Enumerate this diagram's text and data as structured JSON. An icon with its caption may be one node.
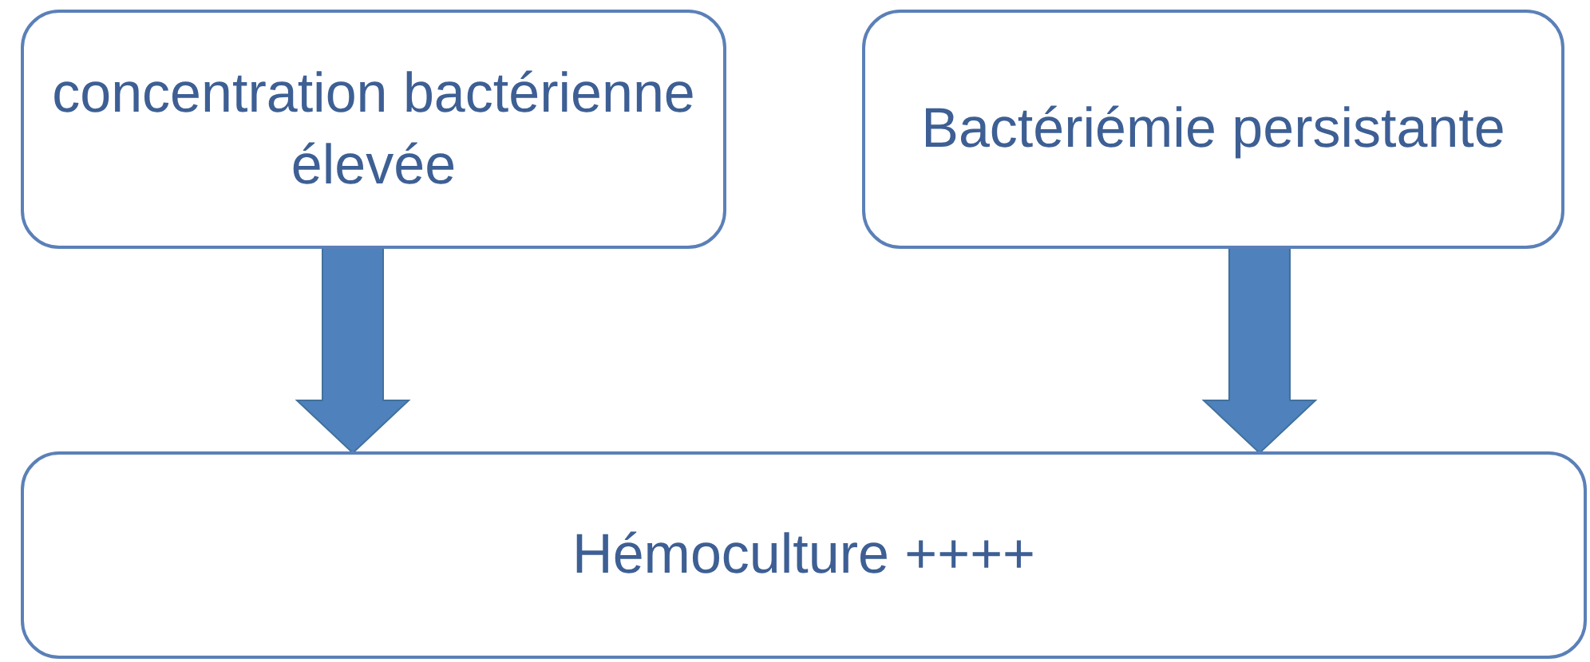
{
  "diagram": {
    "nodes": [
      {
        "text": [
          "concentration bactérienne élevée"
        ]
      },
      {
        "text": [
          "Bactériémie persistante"
        ]
      },
      {
        "text": [
          "Hémoculture ++++"
        ]
      }
    ],
    "edges": [
      {
        "from": 0,
        "to": 2,
        "arrow": "to",
        "style": "thick"
      },
      {
        "from": 1,
        "to": 2,
        "arrow": "to",
        "style": "thick"
      }
    ]
  }
}
